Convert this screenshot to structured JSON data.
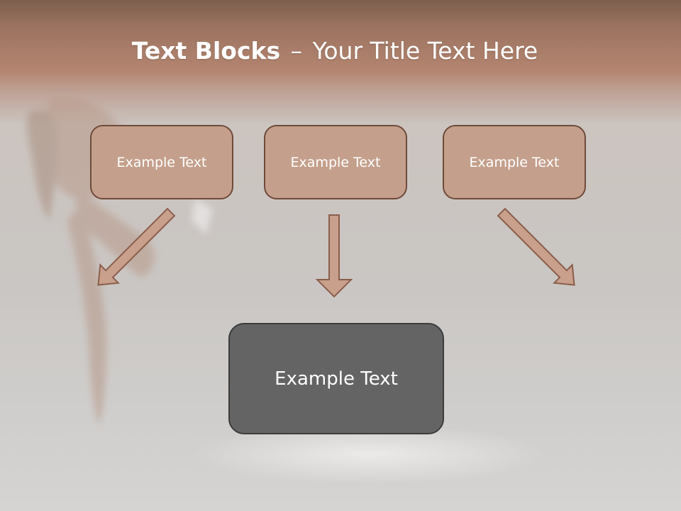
{
  "title": {
    "bold": "Text Blocks",
    "dash": "–",
    "rest": "Your Title Text Here"
  },
  "blocks": {
    "top": [
      "Example Text",
      "Example Text",
      "Example Text"
    ],
    "bottom": "Example Text"
  },
  "colors": {
    "header_brown": "#b48570",
    "block_fill": "#c4a08c",
    "block_border": "#6f4a3a",
    "bottom_fill": "#646464",
    "arrow_fill": "#c9a08c",
    "arrow_stroke": "#8a5e4c"
  },
  "icons": [
    "arrow-down-right-icon",
    "arrow-down-icon",
    "arrow-down-left-icon"
  ]
}
